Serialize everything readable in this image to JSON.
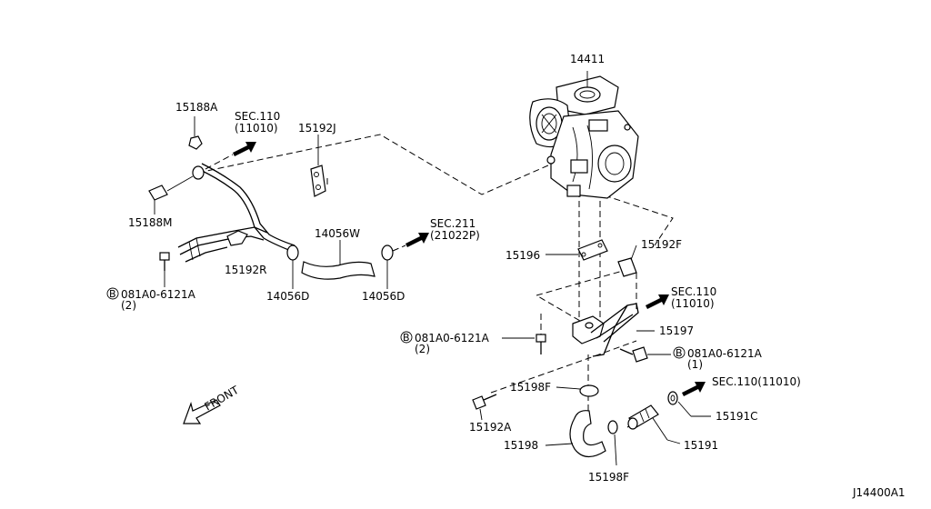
{
  "diagram_id": "J14400A1",
  "callouts": {
    "p14411": "14411",
    "p15188A": "15188A",
    "p15188M": "15188M",
    "p15192J": "15192J",
    "p15192R": "15192R",
    "p14056W": "14056W",
    "p14056D_left": "14056D",
    "p14056D_right": "14056D",
    "p15196": "15196",
    "p15192F": "15192F",
    "p15197": "15197",
    "p15198F_top": "15198F",
    "p15198F_bottom": "15198F",
    "p15192A": "15192A",
    "p15198": "15198",
    "p15191C": "15191C",
    "p15191": "15191"
  },
  "bolts": {
    "left": {
      "badge": "B",
      "code": "081A0-6121A",
      "qty": "(2)"
    },
    "middle": {
      "badge": "B",
      "code": "081A0-6121A",
      "qty": "(2)"
    },
    "right": {
      "badge": "B",
      "code": "081A0-6121A",
      "qty": "(1)"
    }
  },
  "sections": {
    "sec110_top": {
      "label": "SEC.110",
      "code": "(11010)"
    },
    "sec211": {
      "label": "SEC.211",
      "code": "(21022P)"
    },
    "sec110_mid": {
      "label": "SEC.110",
      "code": "(11010)"
    },
    "sec110_bottom": {
      "label": "SEC.110(11010)"
    }
  },
  "front_label": "FRONT"
}
